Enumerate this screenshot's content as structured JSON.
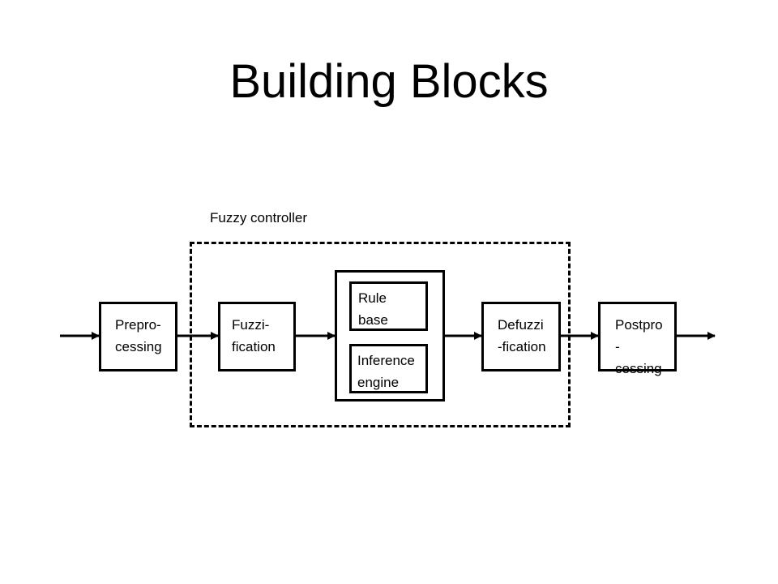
{
  "title": "Building Blocks",
  "controller_label": "Fuzzy controller",
  "blocks": {
    "preprocessing": "Prepro-\ncessing",
    "fuzzification": "Fuzzi-\nfication",
    "rule_base": "Rule\nbase",
    "inference_engine": "Inference\nengine",
    "defuzzification": "Defuzzi\n-fication",
    "postprocessing": "Postpro\n-\ncessing"
  }
}
